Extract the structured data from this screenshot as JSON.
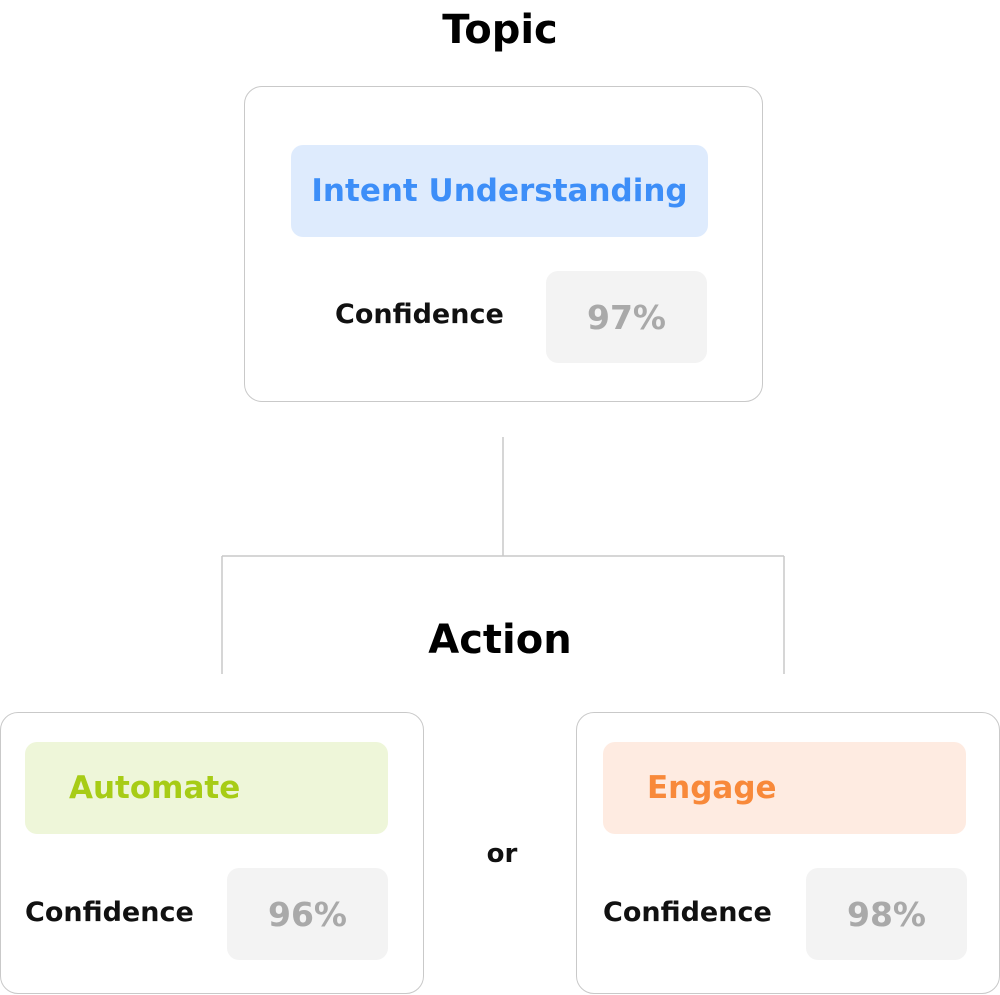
{
  "topic": {
    "heading": "Topic",
    "label": "Intent Understanding",
    "confidence_label": "Confidence",
    "confidence_value": "97%",
    "color": "#3d8ef8",
    "bg_color": "#deebfd"
  },
  "action": {
    "heading": "Action",
    "separator": "or",
    "options": [
      {
        "label": "Automate",
        "confidence_label": "Confidence",
        "confidence_value": "96%",
        "color": "#a7cc16",
        "bg_color": "#eef6d9"
      },
      {
        "label": "Engage",
        "confidence_label": "Confidence",
        "confidence_value": "98%",
        "color": "#f8893a",
        "bg_color": "#feebe1"
      }
    ]
  },
  "colors": {
    "border": "#c9c9c9",
    "connector": "#c9c9c9",
    "confidence_bg": "#f3f3f3",
    "confidence_text": "#a9a9a9"
  }
}
